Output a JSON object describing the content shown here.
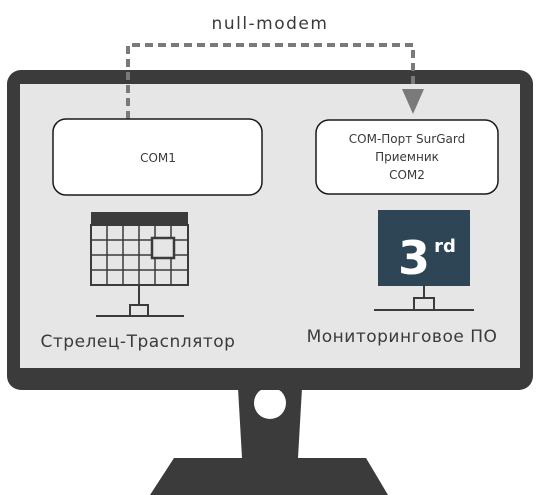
{
  "connection": {
    "label": "null-modem",
    "line_color": "#7a7a7a"
  },
  "monitor": {
    "bezel_color": "#3b3b3b",
    "screen_color": "#e6e6e6",
    "stand_color": "#3b3b3b"
  },
  "left": {
    "box_label": "COM1",
    "icon": "calendar-grid-network-icon",
    "caption": "Стрелец-Трасnлятор"
  },
  "right": {
    "box_lines": [
      "COM-Порт SurGard",
      "Приемник",
      "COM2"
    ],
    "icon": "third-party-3rd-network-icon",
    "badge_main": "3",
    "badge_sup": "rd",
    "badge_color": "#2e4555",
    "caption": "Мониторинговое ПО"
  }
}
